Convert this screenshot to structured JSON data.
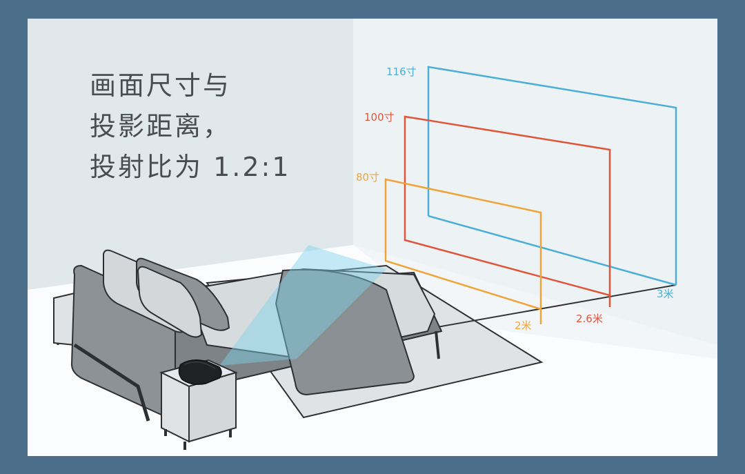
{
  "title": {
    "lines": [
      "画面尺寸与",
      "投影距离，",
      "投射比为 1.2:1"
    ]
  },
  "screens": [
    {
      "size_label": "116寸",
      "distance_label": "3米",
      "color": "#4aaed6"
    },
    {
      "size_label": "100寸",
      "distance_label": "2.6米",
      "color": "#e0553a"
    },
    {
      "size_label": "80寸",
      "distance_label": "2米",
      "color": "#f0a436"
    }
  ],
  "colors": {
    "frame": "#4b6e8b",
    "wall_left": "#e2e9ed",
    "wall_back": "#edf2f4",
    "floor": "#fbfcfd",
    "title_text": "#4a4d50"
  },
  "chart_data": {
    "type": "table",
    "title": "画面尺寸与投影距离，投射比为 1.2:1",
    "throw_ratio": "1.2:1",
    "columns": [
      "screen_size",
      "throw_distance"
    ],
    "rows": [
      [
        "80寸",
        "2米"
      ],
      [
        "100寸",
        "2.6米"
      ],
      [
        "116寸",
        "3米"
      ]
    ]
  }
}
